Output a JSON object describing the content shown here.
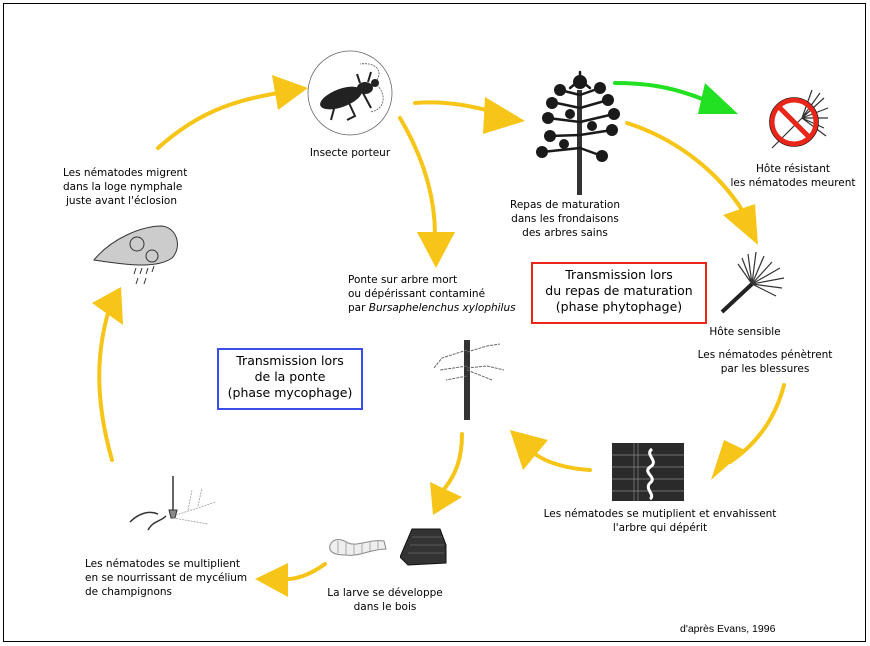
{
  "colors": {
    "cycle_arrow": "#f7c518",
    "resistant_arrow": "#22e022",
    "box_mycophage": "#3b4de8",
    "box_phytophage": "#e8261a",
    "prohibition_sign": "#e8261a"
  },
  "stages": {
    "insect": {
      "label": "Insecte porteur",
      "icon": "beetle-icon"
    },
    "maturation": {
      "lines": [
        "Repas de maturation",
        "dans les frondaisons",
        "des arbres sains"
      ],
      "icon": "healthy-pine-tree-icon"
    },
    "resistant": {
      "lines": [
        "Hôte résistant",
        "les nématodes meurent"
      ],
      "icon": "prohibited-pine-branch-icon"
    },
    "sensitive": {
      "title": "Hôte sensible",
      "lines": [
        "Les nématodes pénètrent",
        "par les blessures"
      ],
      "icon": "pine-branch-icon"
    },
    "invasion": {
      "lines": [
        "Les nématodes se mutiplient et envahissent",
        "l'arbre qui dépérit"
      ],
      "icon": "wood-section-nematode-icon"
    },
    "oviposition": {
      "lines": [
        "Ponte sur arbre mort",
        "ou dépérissant contaminé"
      ],
      "line3_prefix": "par ",
      "species": "Bursaphelenchus xylophilus",
      "icon": "dead-tree-icon"
    },
    "larva": {
      "lines": [
        "La larve se développe",
        "dans le bois"
      ],
      "icons": [
        "larva-icon",
        "wood-chip-icon"
      ]
    },
    "mycelium": {
      "lines": [
        "Les nématodes se multiplient",
        "en se nourrissant de mycélium",
        "de champignons"
      ],
      "icon": "mycelium-icon"
    },
    "pupal": {
      "lines": [
        "Les nématodes migrent",
        "dans la loge nymphale",
        "juste avant l'éclosion"
      ],
      "icon": "pupa-icon"
    }
  },
  "boxes": {
    "mycophage": {
      "lines": [
        "Transmission lors",
        "de la ponte",
        "(phase mycophage)"
      ]
    },
    "phytophage": {
      "lines": [
        "Transmission lors",
        "du repas de maturation",
        "(phase phytophage)"
      ]
    }
  },
  "credit": "d'après Evans, 1996"
}
